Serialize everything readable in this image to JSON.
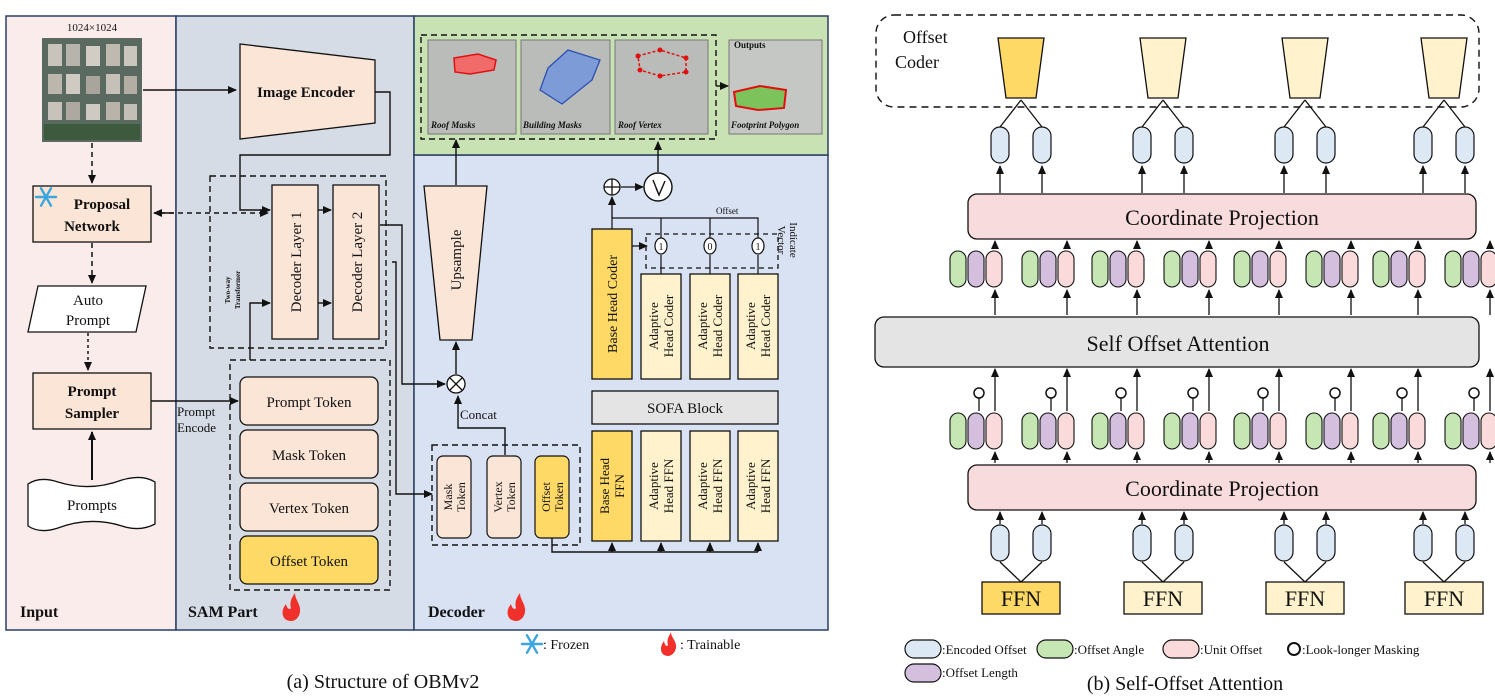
{
  "left": {
    "caption": "(a) Structure of OBMv2",
    "input": {
      "panel_label": "Input",
      "image_size": "1024×1024",
      "proposal_network": [
        "Proposal",
        "Network"
      ],
      "auto_prompt": [
        "Auto",
        "Prompt"
      ],
      "prompt_sampler": [
        "Prompt",
        "Sampler"
      ],
      "prompts": "Prompts"
    },
    "sam": {
      "panel_label": "SAM Part",
      "image_encoder": "Image Encoder",
      "decoder_layer_1": "Decoder Layer 1",
      "decoder_layer_2": "Decoder Layer 2",
      "two_way": [
        "Two-way",
        "Transformer"
      ],
      "prompt_encode": [
        "Prompt",
        "Encode"
      ],
      "tokens": [
        "Prompt Token",
        "Mask Token",
        "Vertex Token",
        "Offset Token"
      ]
    },
    "outputs": {
      "title": "Outputs",
      "items": [
        "Roof Masks",
        "Building Masks",
        "Roof Vertex",
        "Footprint Polygon"
      ]
    },
    "decoder": {
      "panel_label": "Decoder",
      "upsample": "Upsample",
      "concat": "Concat",
      "small_tokens": [
        [
          "Mask",
          "Token"
        ],
        [
          "Vertex",
          "Token"
        ],
        [
          "Offset",
          "Token"
        ]
      ],
      "base_head_coder": "Base Head Coder",
      "adaptive_head_coder": [
        "Adaptive",
        "Head Coder"
      ],
      "sofa_block": "SOFA Block",
      "base_head_ffn": [
        "Base Head",
        "FFN"
      ],
      "adaptive_head_ffn": [
        "Adaptive",
        "Head FFN"
      ],
      "offset": "Offset",
      "indicate_vector": [
        "Indicate",
        "Vector"
      ],
      "indicators": [
        "1",
        "0",
        "1"
      ]
    },
    "legend": {
      "frozen": ": Frozen",
      "trainable": ": Trainable"
    }
  },
  "right": {
    "caption": "(b) Self-Offset Attention",
    "offset_coder": [
      "Offset",
      "Coder"
    ],
    "coordinate_projection": "Coordinate Projection",
    "self_offset_attention": "Self Offset Attention",
    "ffn": "FFN",
    "legend": {
      "encoded_offset": ":Encoded Offset",
      "offset_angle": ":Offset Angle",
      "unit_offset": ":Unit Offset",
      "look_longer": ":Look-longer Masking",
      "offset_length": ":Offset Length"
    }
  },
  "colors": {
    "input_bg": "#fbecec",
    "sam_bg": "#d6dce6",
    "decoder_bg": "#d9e2f3",
    "outputs_bg": "#c9e2b4",
    "token_peach": "#fbe5d6",
    "token_gold": "#ffd966",
    "light_yellow": "#fff2cc",
    "pink_box": "#f8dbdc",
    "encoded_blue": "#dde8f5",
    "angle_green": "#c6e6b4",
    "unit_pink": "#fadadb",
    "length_purple": "#d5bfdf",
    "flame": "#f0302a",
    "snow": "#3aa6dd"
  }
}
